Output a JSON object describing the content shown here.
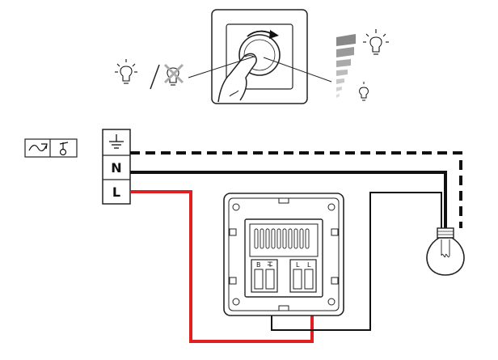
{
  "terminal_block": {
    "neutral_label": "N",
    "line_label": "L"
  },
  "mechanism": {
    "terminal_b_label": "B",
    "terminal_l1_label": "L",
    "terminal_l2_label": "L"
  },
  "colors": {
    "neutral_wire": "#111111",
    "line_wire": "#e02020",
    "earth_wire": "#111111",
    "outline": "#222222"
  },
  "icons": [
    "sine-wave-symbol",
    "dimmer-symbol",
    "earth-symbol",
    "light-bulb",
    "rotary-dimmer-knob",
    "hand-pointer",
    "brightness-gradient",
    "bulb-on-icon",
    "bulb-off-icon",
    "bulb-dim-icon"
  ]
}
